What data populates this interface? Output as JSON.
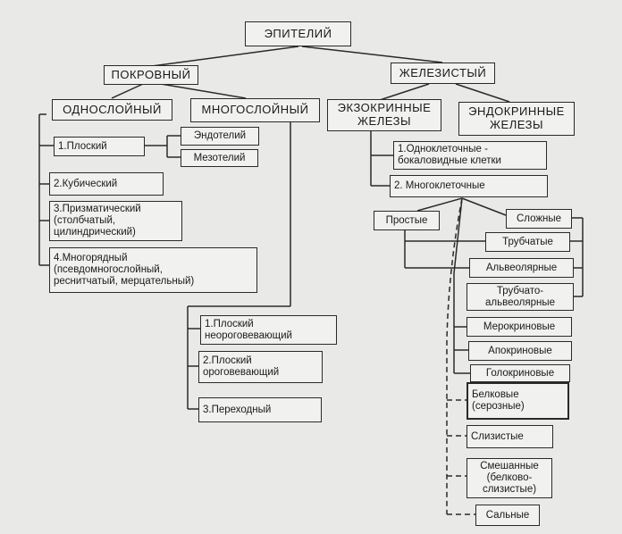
{
  "root": "ЭПИТЕЛИЙ",
  "integumentary": "ПОКРОВНЫЙ",
  "glandular": "ЖЕЛЕЗИСТЫЙ",
  "single_layer": "ОДНОСЛОЙНЫЙ",
  "multi_layer": "МНОГОСЛОЙНЫЙ",
  "exocrine": "ЭКЗОКРИННЫЕ\nЖЕЛЕЗЫ",
  "endocrine": "ЭНДОКРИННЫЕ\nЖЕЛЕЗЫ",
  "flat": "1.Плоский",
  "endothelium": "Эндотелий",
  "mesothelium": "Мезотелий",
  "cubic": "2.Кубический",
  "prismatic": "3.Призматический\n(столбчатый,\nцилиндрический)",
  "multirow": "4.Многорядный\n(псевдомногослойный,\nреснитчатый, мерцательный)",
  "flat_nonkeratin": "1.Плоский\nнеороговевающий",
  "flat_keratin": "2.Плоский\nороговевающий",
  "transitional": "3.Переходный",
  "unicellular": "1.Одноклеточные -\nбокаловидные клетки",
  "multicellular": "2. Многоклеточные",
  "simple": "Простые",
  "complex": "Сложные",
  "tubular": "Трубчатые",
  "alveolar": "Альвеолярные",
  "tubuloalveolar": "Трубчато-\nальвеолярные",
  "merocrine": "Мерокриновые",
  "apocrine": "Апокриновые",
  "holocrine": "Голокриновые",
  "serous": "Белковые\n(серозные)",
  "mucous": "Слизистые",
  "mixed": "Смешанные\n(белково-\nслизистые)",
  "sebaceous": "Сальные"
}
